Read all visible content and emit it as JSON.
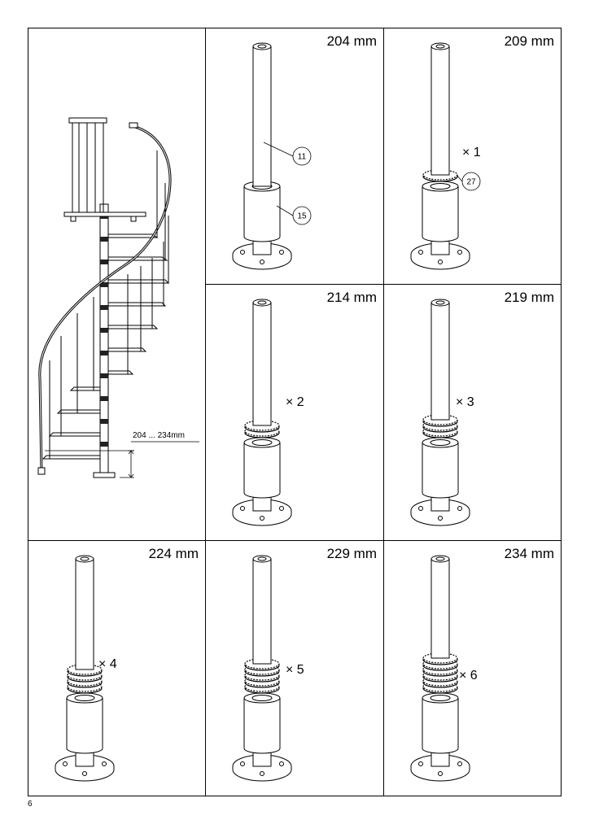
{
  "overview": {
    "range_label": "204 ... 234mm"
  },
  "panels": [
    {
      "height_label": "204 mm",
      "spacers": 0,
      "qty_label": "",
      "callouts": [
        "11",
        "15"
      ]
    },
    {
      "height_label": "209 mm",
      "spacers": 1,
      "qty_label": "× 1",
      "callouts": [
        "27"
      ]
    },
    {
      "height_label": "214 mm",
      "spacers": 2,
      "qty_label": "× 2",
      "callouts": []
    },
    {
      "height_label": "219 mm",
      "spacers": 3,
      "qty_label": "× 3",
      "callouts": []
    },
    {
      "height_label": "224 mm",
      "spacers": 4,
      "qty_label": "× 4",
      "callouts": []
    },
    {
      "height_label": "229 mm",
      "spacers": 5,
      "qty_label": "× 5",
      "callouts": []
    },
    {
      "height_label": "234 mm",
      "spacers": 6,
      "qty_label": "× 6",
      "callouts": []
    }
  ],
  "page_number": "6"
}
